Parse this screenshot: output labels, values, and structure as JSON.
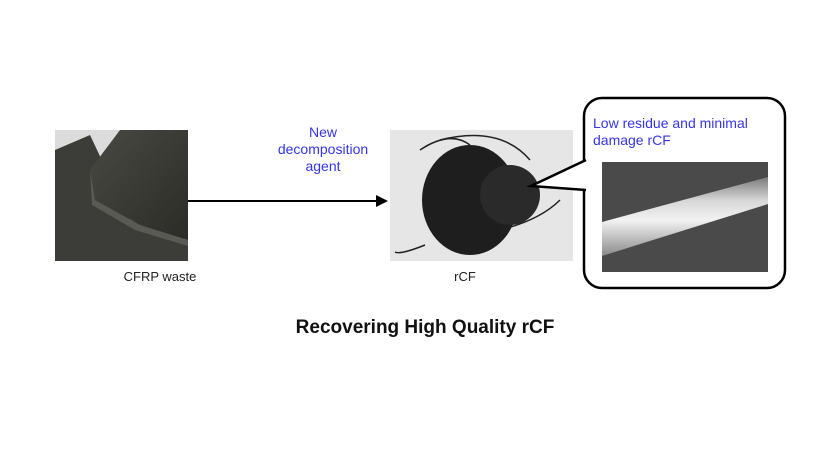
{
  "step_input": {
    "label": "CFRP waste"
  },
  "process": {
    "label_lines": [
      "New",
      "decomposition",
      "agent"
    ]
  },
  "step_output": {
    "label": "rCF"
  },
  "callout": {
    "label_lines": [
      "Low residue and minimal",
      "damage rCF"
    ]
  },
  "title": "Recovering High Quality rCF",
  "colors": {
    "accent_text": "#3535e8",
    "arrow": "#000000"
  }
}
